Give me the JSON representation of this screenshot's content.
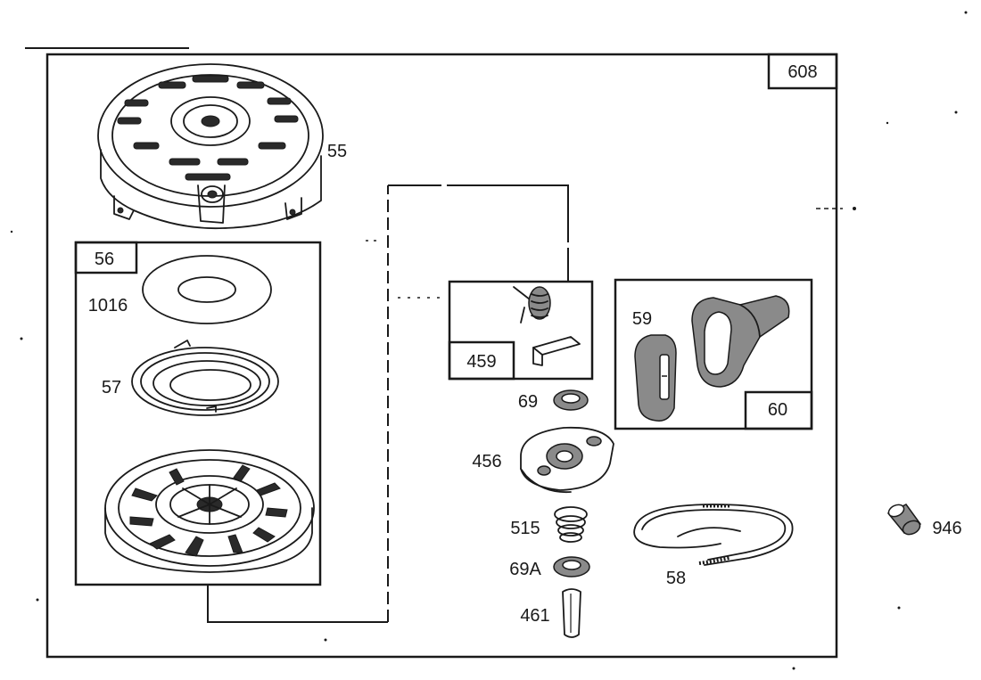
{
  "labels": {
    "assembly": "608",
    "housing": "55",
    "pulley_assembly": "56",
    "washer_1016": "1016",
    "spring_57": "57",
    "pawl_kit": "459",
    "handle_kit": "60",
    "insert_59": "59",
    "washer_69": "69",
    "retainer_456": "456",
    "spring_515": "515",
    "washer_69a": "69A",
    "pin_461": "461",
    "rope_58": "58",
    "part_946": "946"
  }
}
